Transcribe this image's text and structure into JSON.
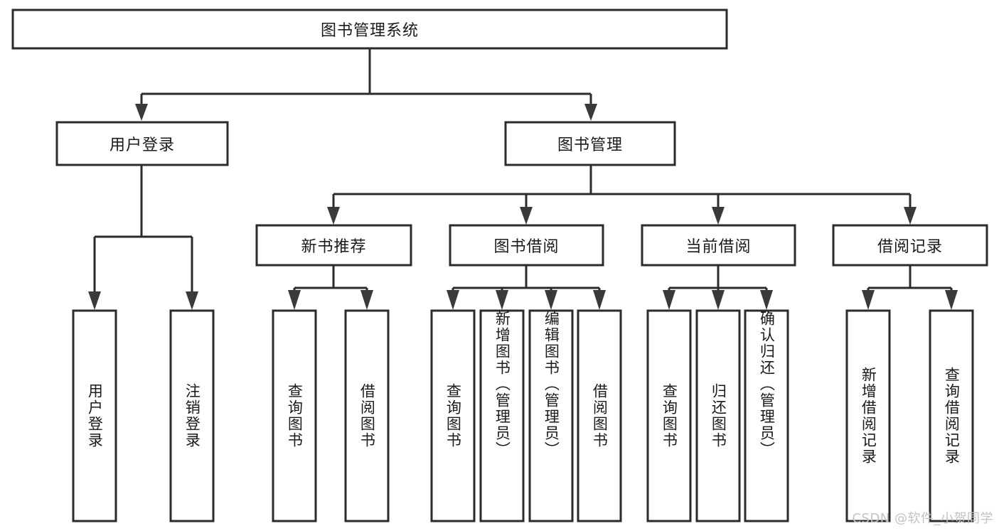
{
  "diagram": {
    "type": "tree",
    "title": "图书管理系统",
    "watermark": "CSDN @软件_小贺同学",
    "colors": {
      "box_stroke": "#2b2b2b",
      "box_fill": "#ffffff",
      "connector": "#2b2b2b",
      "arrow": "#3a3a3a",
      "text": "#1a1a1a",
      "watermark": "#c3c3c3",
      "background": "#ffffff"
    },
    "root": {
      "label": "图书管理系统"
    },
    "level2": [
      {
        "label": "用户登录"
      },
      {
        "label": "图书管理"
      }
    ],
    "level3": [
      {
        "label": "新书推荐"
      },
      {
        "label": "图书借阅"
      },
      {
        "label": "当前借阅"
      },
      {
        "label": "借阅记录"
      }
    ],
    "leaves": {
      "user_login": [
        {
          "label": "用户登录"
        },
        {
          "label": "注销登录"
        }
      ],
      "new_book_recommend": [
        {
          "label": "查询图书"
        },
        {
          "label": "借阅图书"
        }
      ],
      "book_borrow": [
        {
          "label": "查询图书"
        },
        {
          "label": "新增图书（管理员）"
        },
        {
          "label": "编辑图书（管理员）"
        },
        {
          "label": "借阅图书"
        }
      ],
      "current_borrow": [
        {
          "label": "查询图书"
        },
        {
          "label": "归还图书"
        },
        {
          "label": "确认归还（管理员）"
        }
      ],
      "borrow_record": [
        {
          "label": "新增借阅记录"
        },
        {
          "label": "查询借阅记录"
        }
      ]
    }
  }
}
